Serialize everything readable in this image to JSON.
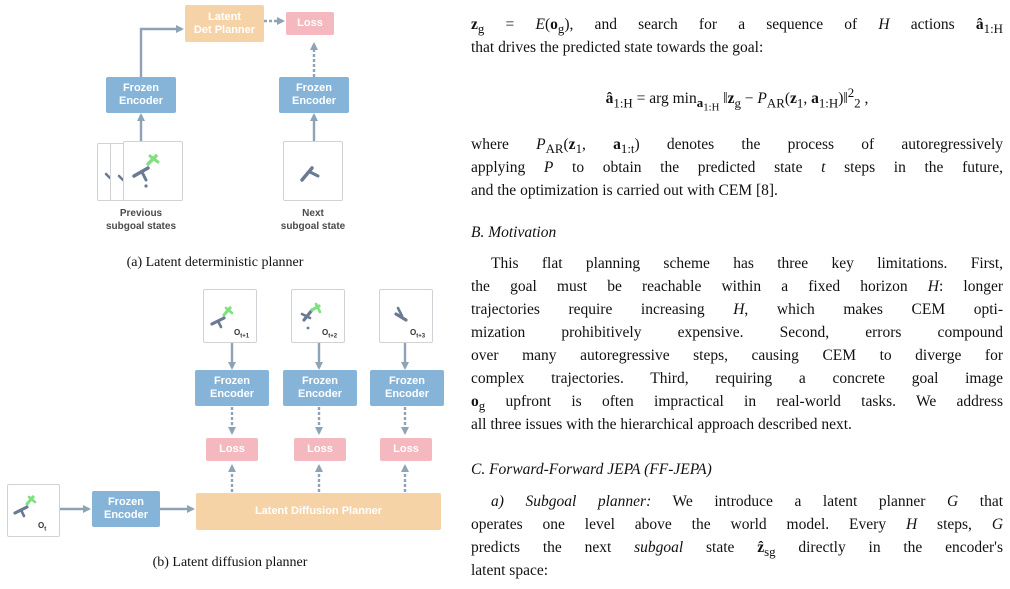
{
  "figure": {
    "labels": {
      "latent_det_planner_line1": "Latent",
      "latent_det_planner_line2": "Det Planner",
      "loss": "Loss",
      "frozen": "Frozen",
      "encoder": "Encoder",
      "latent_diffusion_planner": "Latent Diffusion Planner",
      "previous_line1": "Previous",
      "previous_line2": "subgoal states",
      "next_line1": "Next",
      "next_line2": "subgoal state",
      "obs": "O",
      "obs_t": "t",
      "obs_t1": "t+1",
      "obs_t2": "t+2",
      "obs_t3": "t+3"
    },
    "caption_a": "(a) Latent deterministic planner",
    "caption_b": "(b) Latent diffusion planner",
    "colors": {
      "encoder": "#85b4d8",
      "planner": "#f6d2a7",
      "loss": "#f4b8be",
      "arrow": "#8fa3b7",
      "agent_grey": "#6a7a93",
      "agent_green": "#7ee07e"
    }
  },
  "text": {
    "p1_l1": "z_g = E(o_g), and search for a sequence of H actions â_{1:H}",
    "p1_l2": "that drives the predicted state towards the goal:",
    "eq": "â_{1:H} = arg min_{a_{1:H}} ‖z_g − P_AR(z_1, a_{1:H})‖²₂ ,",
    "p2_l1": "where P_AR(z_1, a_{1:t}) denotes the process of autoregressively",
    "p2_l2": "applying P to obtain the predicted state t steps in the future,",
    "p2_l3": "and the optimization is carried out with CEM [8].",
    "secB": "B. Motivation",
    "pB": [
      "This flat planning scheme has three key limitations. First,",
      "the goal must be reachable within a fixed horizon H: longer",
      "trajectories require increasing H, which makes CEM opti-",
      "mization prohibitively expensive. Second, errors compound",
      "over many autoregressive steps, causing CEM to diverge for",
      "complex trajectories. Third, requiring a concrete goal image",
      "o_g upfront is often impractical in real-world tasks. We address",
      "all three issues with the hierarchical approach described next."
    ],
    "secC": "C. Forward-Forward JEPA (FF-JEPA)",
    "pC": [
      "a) Subgoal planner: We introduce a latent planner G that",
      "operates one level above the world model. Every H steps, G",
      "predicts the next subgoal state ẑ_sg directly in the encoder's",
      "latent space:"
    ]
  }
}
